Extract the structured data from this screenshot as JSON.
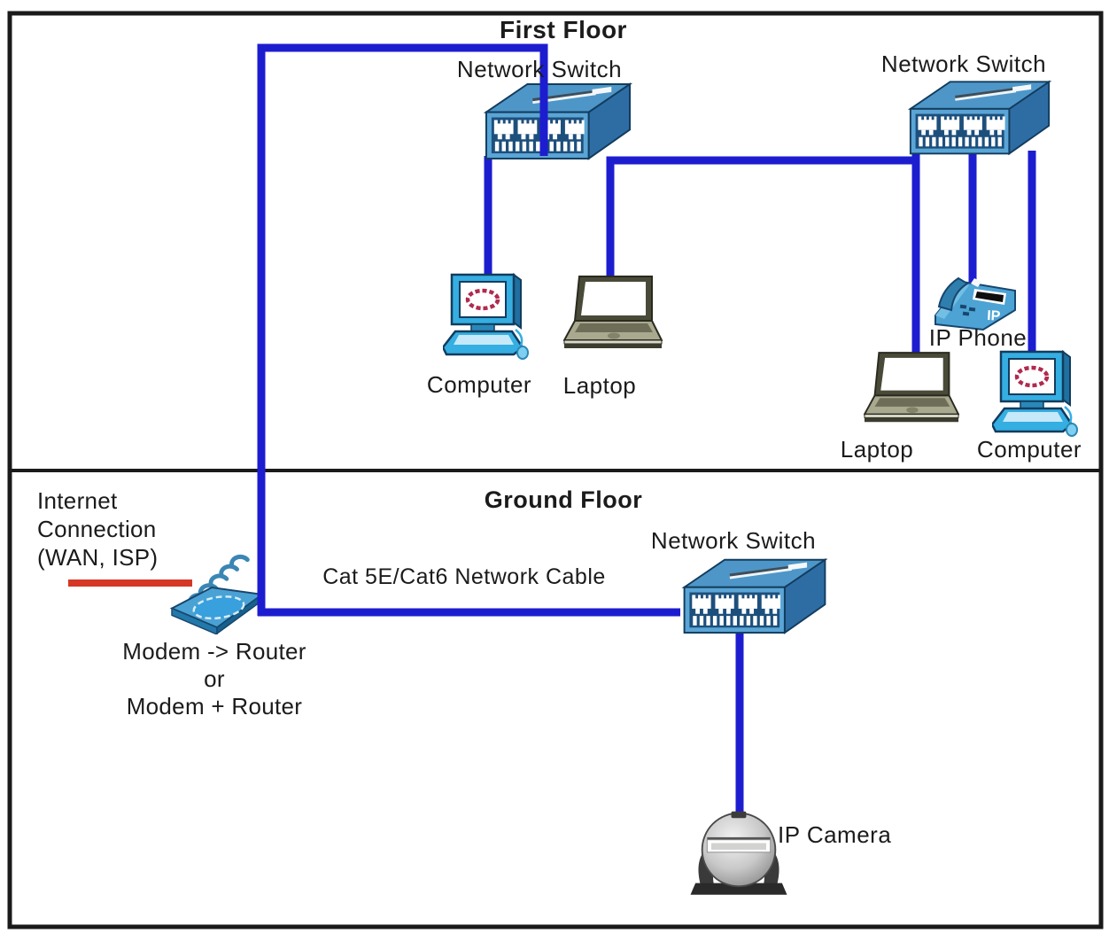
{
  "first_floor": {
    "title": "First Floor",
    "switch_left_label": "Network Switch",
    "switch_right_label": "Network Switch",
    "computer_left_label": "Computer",
    "laptop_left_label": "Laptop",
    "ip_phone_label": "IP Phone",
    "phone_badge": "IP",
    "laptop_right_label": "Laptop",
    "computer_right_label": "Computer"
  },
  "ground_floor": {
    "title": "Ground Floor",
    "internet_lines": [
      "Internet",
      "Connection",
      "(WAN, ISP)"
    ],
    "modem_lines": [
      "Modem -> Router",
      "or",
      "Modem + Router"
    ],
    "cable_label": "Cat 5E/Cat6 Network Cable",
    "switch_label": "Network Switch",
    "camera_label": "IP Camera"
  },
  "icons": {
    "network_switch": "network-switch-icon",
    "computer": "desktop-computer-icon",
    "laptop": "laptop-icon",
    "ip_phone": "ip-phone-icon",
    "modem_router": "wireless-router-icon",
    "ip_camera": "dome-camera-icon"
  },
  "colors": {
    "cable_blue": "#1d1dd0",
    "wan_red": "#d53826",
    "frame_black": "#1a1a1a",
    "text": "#1b1b1b"
  }
}
